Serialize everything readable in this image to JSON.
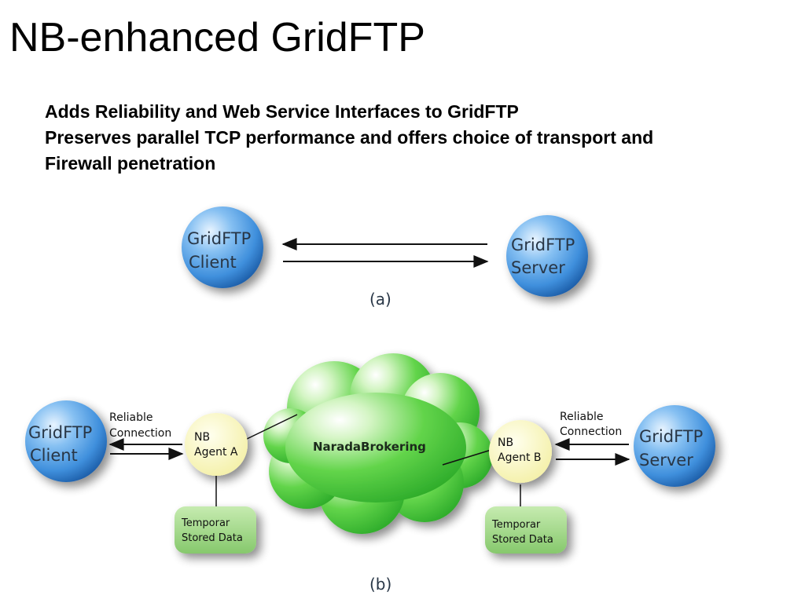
{
  "slide": {
    "title": "NB-enhanced GridFTP",
    "bullets": [
      "Adds Reliability and Web Service Interfaces to GridFTP",
      "Preserves parallel TCP performance and offers choice of transport and",
      "Firewall penetration"
    ]
  },
  "diagram_a": {
    "client_label": [
      "GridFTP",
      "Client"
    ],
    "server_label": [
      "GridFTP",
      "Server"
    ],
    "caption": "(a)"
  },
  "diagram_b": {
    "client_label": [
      "GridFTP",
      "Client"
    ],
    "server_label": [
      "GridFTP",
      "Server"
    ],
    "left_connection_label": [
      "Reliable",
      "Connection"
    ],
    "right_connection_label": [
      "Reliable",
      "Connection"
    ],
    "agent_a_label": [
      "NB",
      "Agent A"
    ],
    "agent_b_label": [
      "NB",
      "Agent B"
    ],
    "broker_label": "NaradaBrokering",
    "left_storage_label": [
      "Temporar",
      "Stored Data"
    ],
    "right_storage_label": [
      "Temporar",
      "Stored Data"
    ],
    "caption": "(b)"
  },
  "colors": {
    "sphere_blue": "#3f8fdc",
    "cloud_green": "#3fc83a",
    "agent_yellow": "#fdfbc4",
    "storage_green": "#a6d98e"
  }
}
